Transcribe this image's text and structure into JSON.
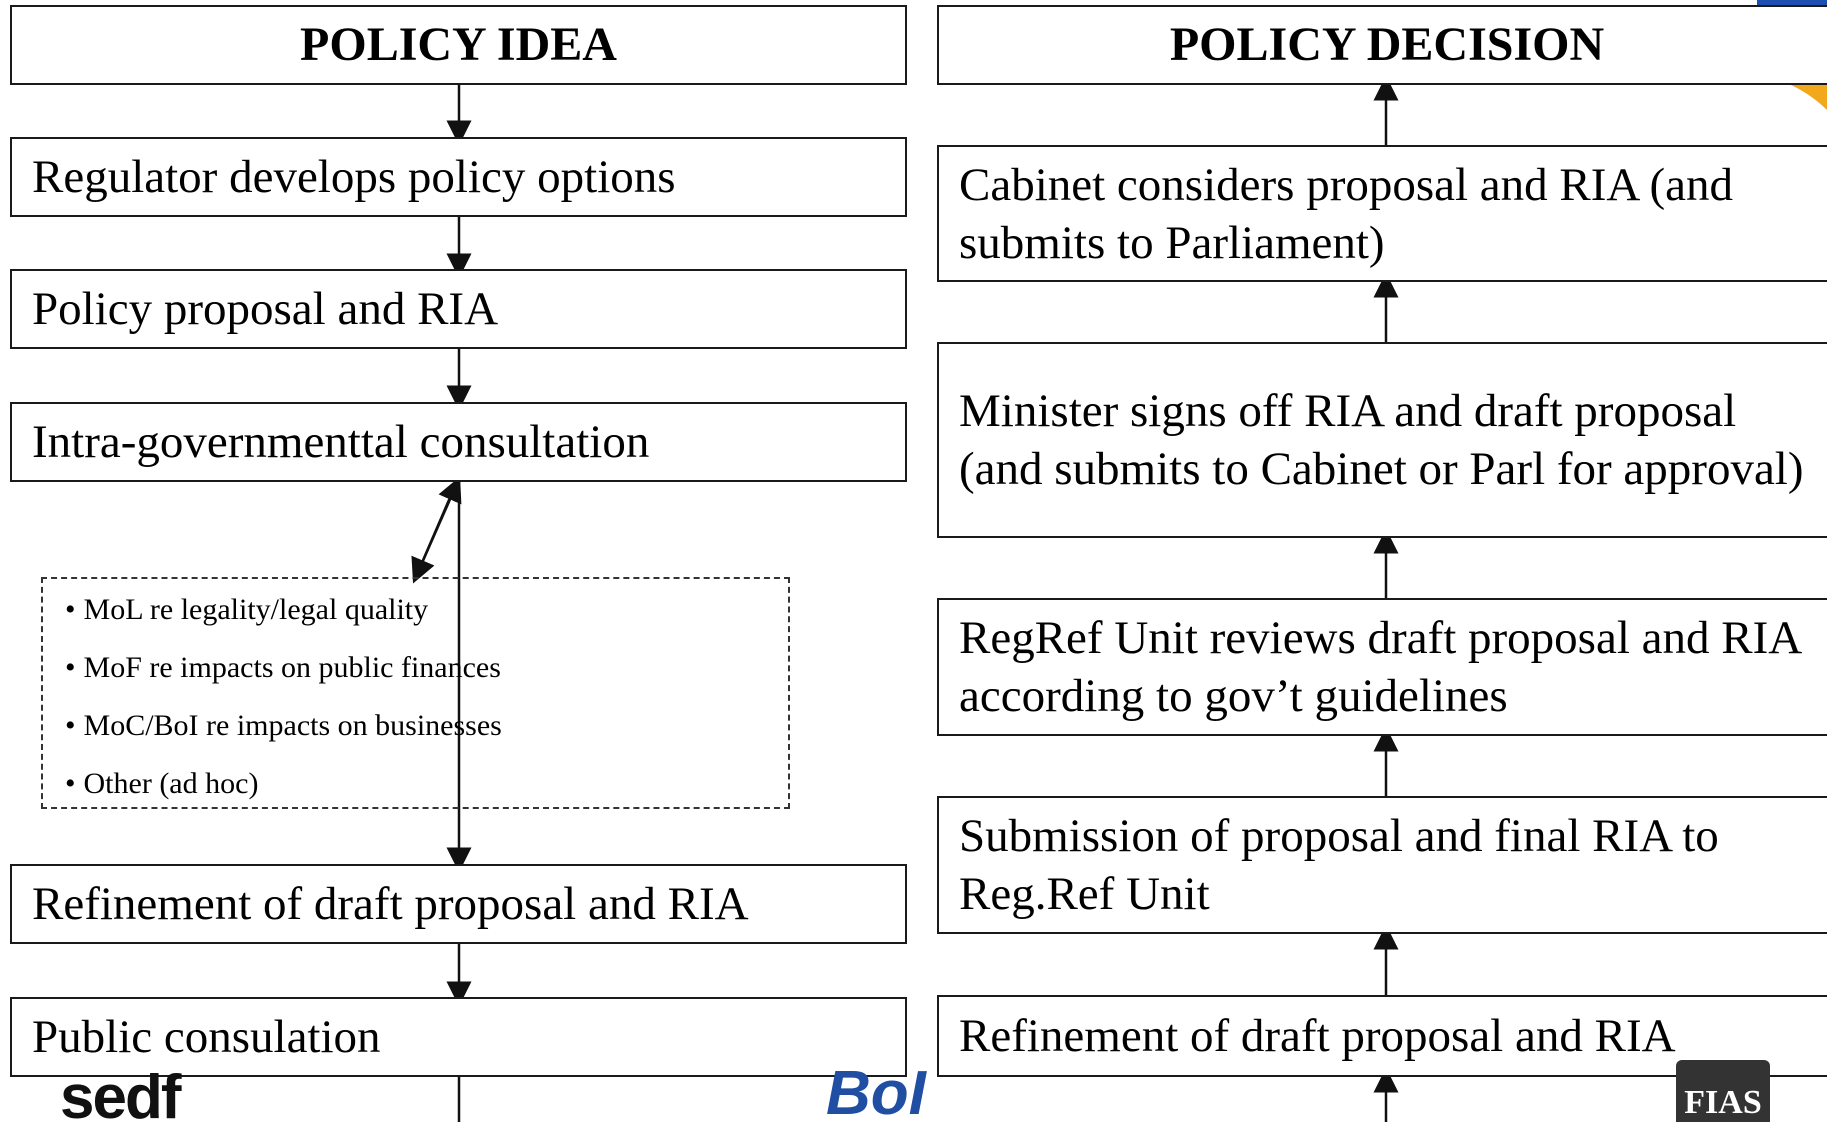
{
  "left_column": {
    "title": "POLICY IDEA",
    "steps": [
      "Regulator develops policy options",
      "Policy proposal and RIA",
      "Intra-governmenttal consultation",
      "Refinement of draft proposal and RIA",
      "Public consulation"
    ]
  },
  "consultation_list": [
    "MoL re legality/legal quality",
    "MoF re impacts on public finances",
    "MoC/BoI re impacts on businesses",
    "Other (ad hoc)"
  ],
  "right_column": {
    "title": "POLICY DECISION",
    "steps": [
      "Cabinet considers proposal and RIA (and submits to Parliament)",
      "Minister signs off RIA and draft proposal (and submits to Cabinet or Parl for approval)",
      "RegRef Unit reviews draft proposal and RIA according to gov’t guidelines",
      "Submission of proposal and final RIA to Reg.Ref Unit",
      "Refinement of draft proposal and RIA"
    ]
  },
  "logos": {
    "sedf": "sedf",
    "boi": "BoI",
    "fias": "FIAS"
  },
  "colors": {
    "border": "#1a1a1a",
    "sedf_accent": "#e8a317",
    "boi_blue": "#1f4ea3",
    "corner_orange": "#f2a81d",
    "corner_blue": "#1d4fb0"
  }
}
